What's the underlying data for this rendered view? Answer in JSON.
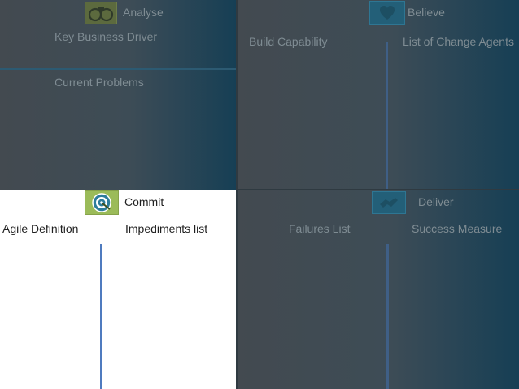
{
  "quadrants": {
    "analyse": {
      "title": "Analyse",
      "icon": "binoculars-icon",
      "items": [
        "Key Business Driver",
        "Current Problems"
      ]
    },
    "believe": {
      "title": "Believe",
      "icon": "heart-icon",
      "columns": [
        "Build Capability",
        "List of Change Agents"
      ]
    },
    "commit": {
      "title": "Commit",
      "icon": "target-icon",
      "columns": [
        "Agile Definition",
        "Impediments list"
      ]
    },
    "deliver": {
      "title": "Deliver",
      "icon": "handshake-icon",
      "columns": [
        "Failures List",
        "Success Measure"
      ]
    }
  },
  "colors": {
    "icon_green": "#8fa851",
    "icon_blue": "#2a7d9c",
    "divider_blue": "#4f7bbf",
    "dim_text": "#7f8c93"
  }
}
